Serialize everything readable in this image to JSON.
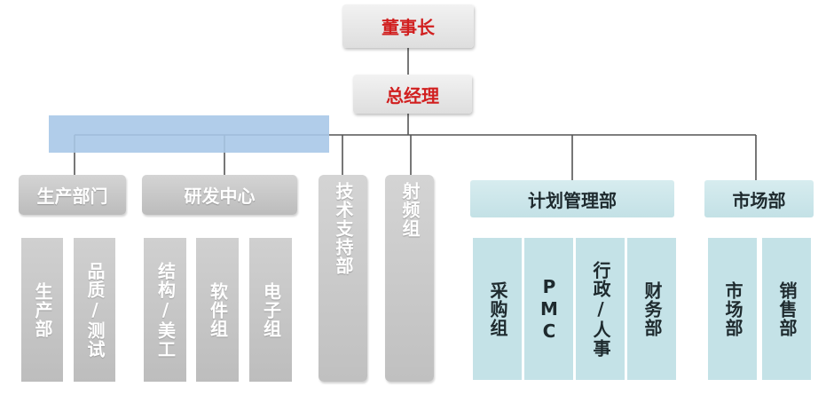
{
  "chairman": "董事长",
  "general_manager": "总经理",
  "departments": {
    "production": {
      "label": "生产部门",
      "subs": [
        "生产部",
        "品质/测试"
      ]
    },
    "rnd": {
      "label": "研发中心",
      "subs": [
        "结构/美工",
        "软件组",
        "电子组"
      ]
    },
    "tech_support": "技术支持部",
    "rf": "射频组",
    "planning": {
      "label": "计划管理部",
      "subs": [
        "采购组",
        "PMC",
        "行政/人事",
        "财务部"
      ]
    },
    "marketing": {
      "label": "市场部",
      "subs": [
        "市场部",
        "销售部"
      ]
    }
  },
  "colors": {
    "title_red": "#d11f1f",
    "gray": "#c8c8c8",
    "teal": "#c4e2e7",
    "highlight": "#a9c8e8",
    "line": "#555555"
  }
}
